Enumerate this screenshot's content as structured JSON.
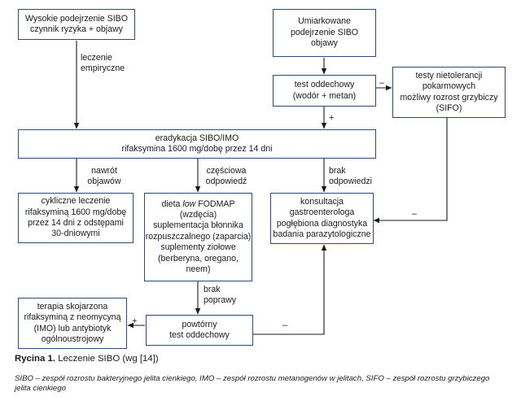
{
  "nodes": {
    "high_suspicion": [
      "Wysokie podejrzenie SIBO",
      "czynnik ryzyka + objawy"
    ],
    "moderate_suspicion": [
      "Umiarkowane",
      "podejrzenie SIBO",
      "objawy"
    ],
    "breath_test": [
      "test oddechowy",
      "(wodór + metan)"
    ],
    "intolerance_tests": [
      "testy nietolerancji",
      "pokarmowych",
      "możliwy rozrost grzybiczy",
      "(SIFO)"
    ],
    "eradication": [
      "eradykacja SIBO/IMO",
      "rifaksymina 1600 mg/dobę przez 14 dni"
    ],
    "cyclic_treatment": [
      "cykliczne leczenie",
      "rifaksyminą 1600 mg/dobę",
      "przez 14 dni z odstępami",
      "30-dniowymi"
    ],
    "diet": {
      "line1_em": "low",
      "line1_pre": "dieta ",
      "line1_post": " FODMAP",
      "rest": [
        "(wzdęcia)",
        "suplementacja błonnika",
        "rozpuszczalnego (zaparcia)",
        "suplementy ziołowe",
        "(berberyna, oregano,",
        "neem)"
      ]
    },
    "consultation": [
      "konsultacja",
      "gastroenterologa",
      "pogłębiona diagnostyka",
      "badania parazytologiczne"
    ],
    "combo_therapy": [
      "terapia skojarzona",
      "rifaksyminą z neomycyną",
      "(IMO) lub antybiotyk",
      "ogólnoustrojowy"
    ],
    "repeat_test": [
      "powtórny",
      "test oddechowy"
    ]
  },
  "edge_labels": {
    "empiric": [
      "leczenie",
      "empiryczne"
    ],
    "relapse": [
      "nawrót",
      "objawów"
    ],
    "partial": [
      "częściowa",
      "odpowiedź"
    ],
    "no_response": [
      "brak",
      "odpowiedzi"
    ],
    "no_improvement": [
      "brak",
      "poprawy"
    ],
    "minus": "–",
    "plus": "+"
  },
  "caption": {
    "label": "Rycina 1.",
    "text": " Leczenie SIBO (wg [14])"
  },
  "note": "SIBO – zespół rozrostu bakteryjnego jelita cienkiego, IMO – zespół rozrostu metanogenów w jelitach, SIFO – zespół rozrostu grzybiczego jelita cienkiego",
  "colors": {
    "border": "#2f4a78",
    "arrow": "#1a1a1a"
  }
}
